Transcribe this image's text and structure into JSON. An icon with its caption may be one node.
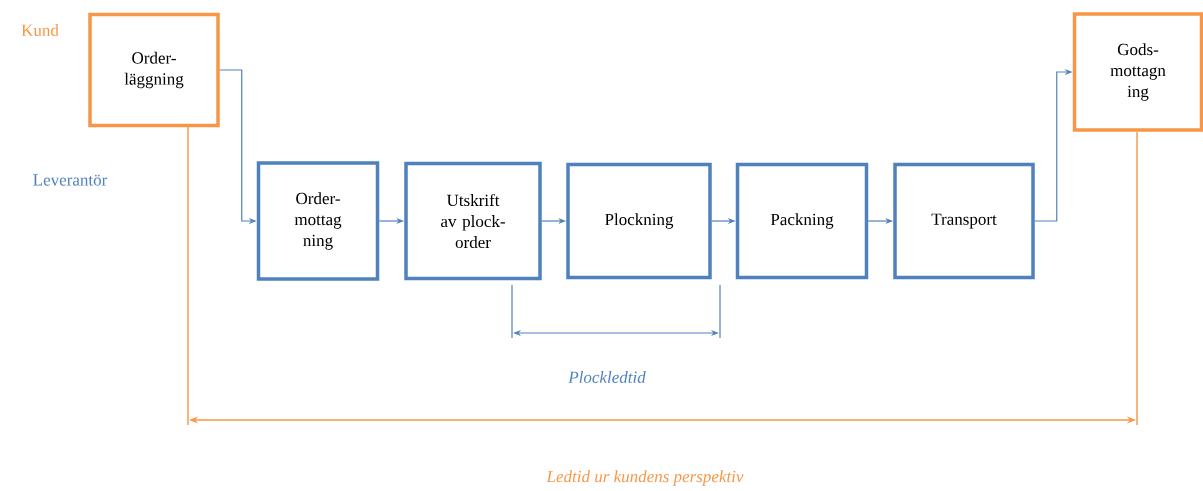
{
  "diagram": {
    "nodes": [
      {
        "text": [
          "Order- läggning"
        ]
      },
      {
        "text": [
          "Order- mottag ning"
        ]
      },
      {
        "text": [
          "Utskrift av plock- order"
        ]
      },
      {
        "text": [
          "Plockning"
        ]
      },
      {
        "text": [
          "Packning"
        ]
      },
      {
        "text": [
          "Transport"
        ]
      },
      {
        "text": [
          "Gods- mottagn ing"
        ]
      }
    ],
    "edges": [
      {
        "from": 0,
        "to": 1,
        "arrow": "to"
      },
      {
        "from": 1,
        "to": 2,
        "arrow": "to"
      },
      {
        "from": 2,
        "to": 3,
        "arrow": "to"
      },
      {
        "from": 3,
        "to": 4,
        "arrow": "to"
      },
      {
        "from": 4,
        "to": 5,
        "arrow": "to"
      },
      {
        "from": 5,
        "to": 6,
        "arrow": "to"
      }
    ],
    "labels": [
      "Kund",
      "Leverantör",
      "Plockledtid",
      "Ledtid ur kundens perspektiv"
    ]
  }
}
